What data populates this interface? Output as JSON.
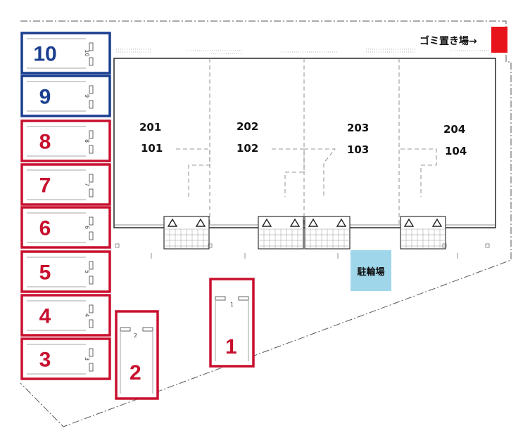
{
  "parking": {
    "slots_left": [
      {
        "label": "10",
        "small": "10",
        "color": "#1a3f8f"
      },
      {
        "label": "9",
        "small": "9",
        "color": "#1a3f8f"
      },
      {
        "label": "8",
        "small": "8",
        "color": "#c8102e"
      },
      {
        "label": "7",
        "small": "7",
        "color": "#c8102e"
      },
      {
        "label": "6",
        "small": "6",
        "color": "#c8102e"
      },
      {
        "label": "5",
        "small": "5",
        "color": "#c8102e"
      },
      {
        "label": "4",
        "small": "4",
        "color": "#c8102e"
      },
      {
        "label": "3",
        "small": "3",
        "color": "#c8102e"
      }
    ],
    "slot_2": {
      "label": "2",
      "small": "2",
      "color": "#c8102e"
    },
    "slot_1": {
      "label": "1",
      "small": "1",
      "color": "#c8102e"
    }
  },
  "building": {
    "units": [
      {
        "upper": "201",
        "lower": "101"
      },
      {
        "upper": "202",
        "lower": "102"
      },
      {
        "upper": "203",
        "lower": "103"
      },
      {
        "upper": "204",
        "lower": "104"
      }
    ]
  },
  "facilities": {
    "trash_label": "ゴミ置き場→",
    "trash_color": "#e8141b",
    "bike_label": "駐輪場",
    "bike_color": "#9fd6ea"
  }
}
